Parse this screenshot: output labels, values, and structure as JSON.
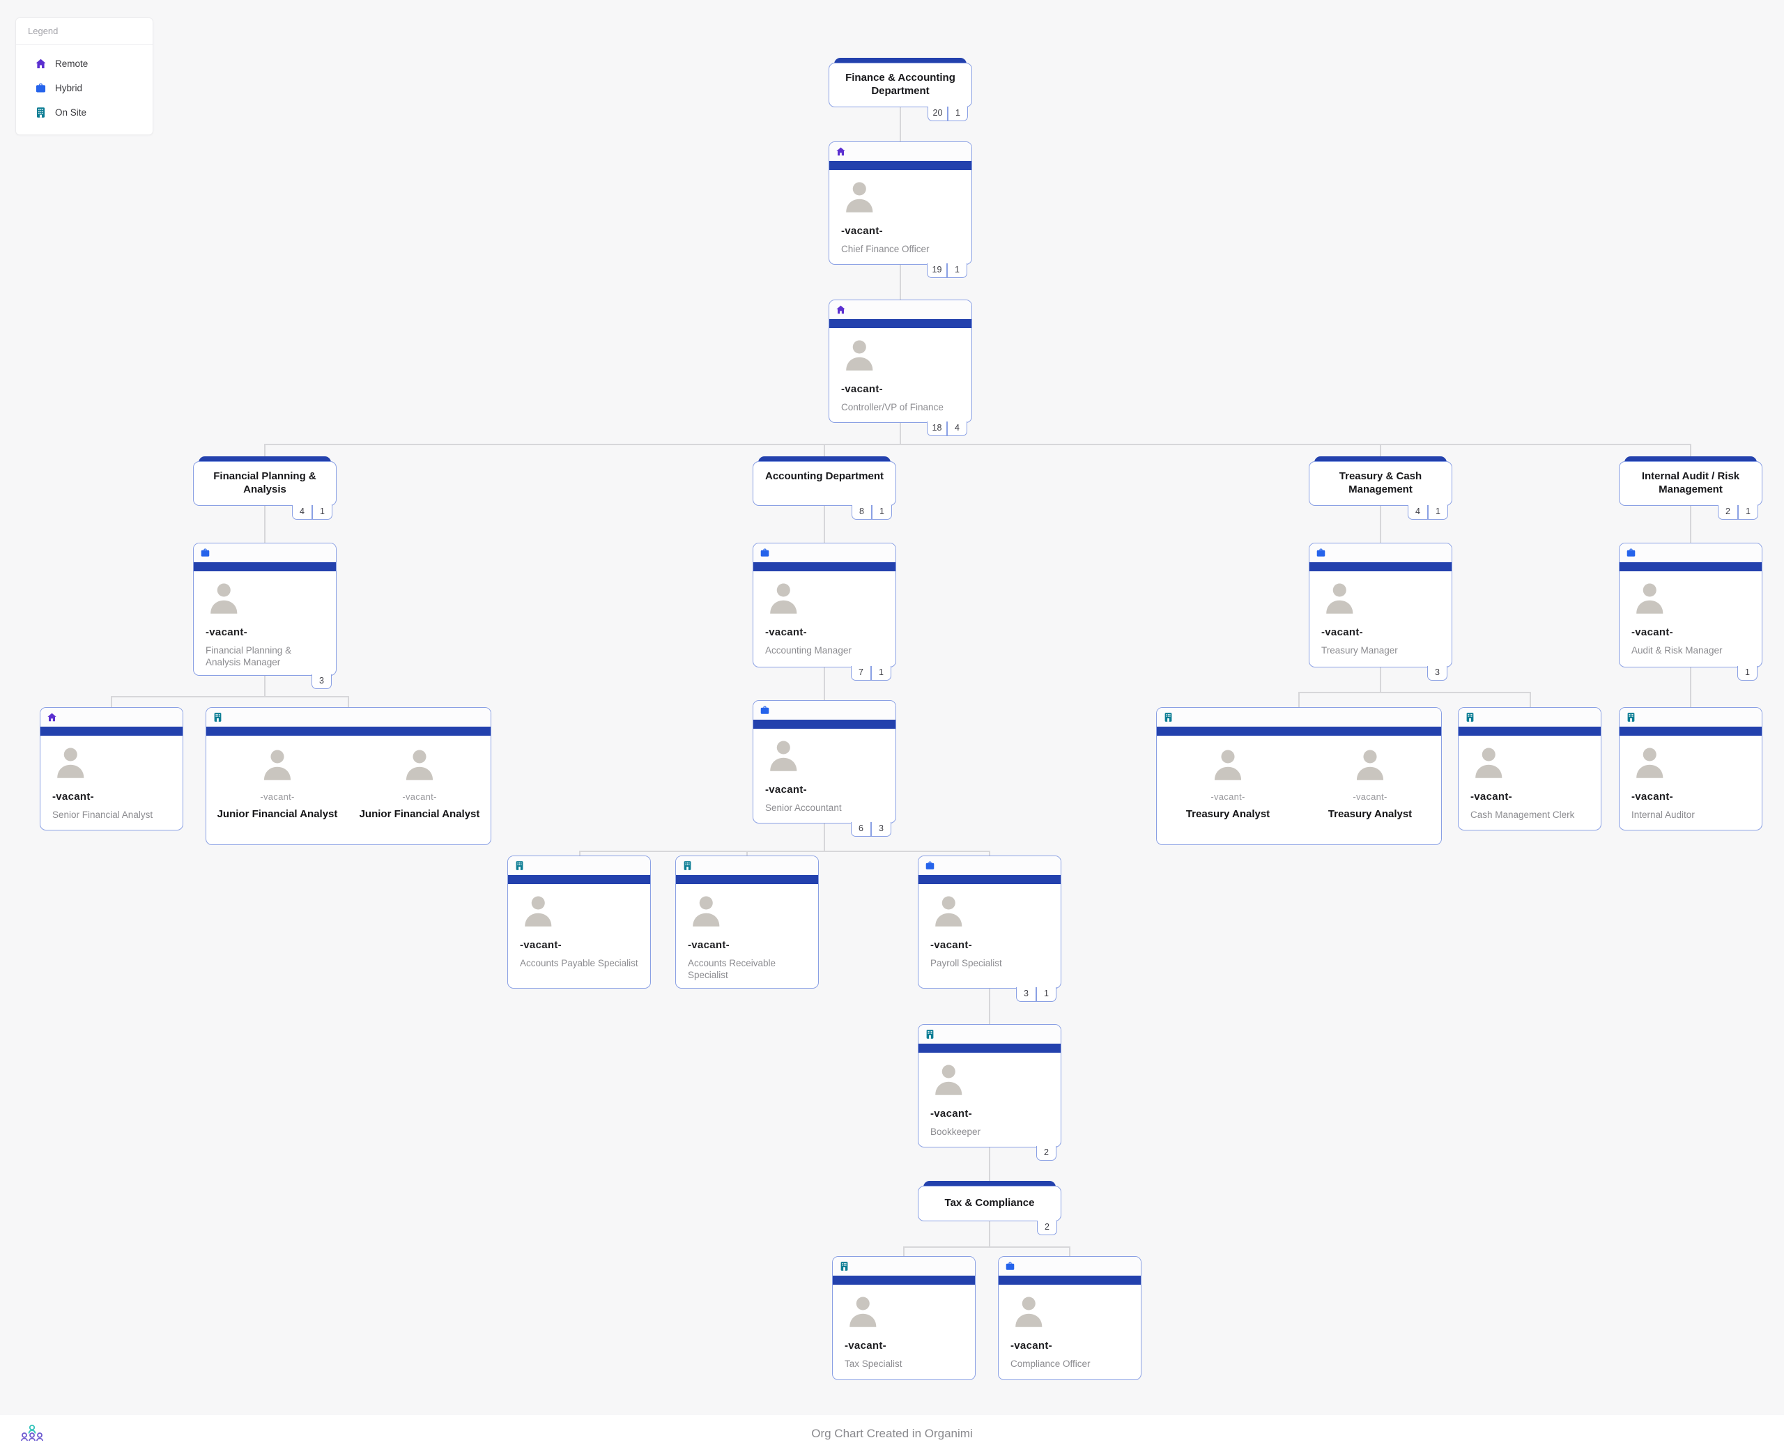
{
  "legend": {
    "title": "Legend",
    "items": [
      {
        "icon": "home-icon",
        "label": "Remote",
        "color": "#5b2fd0"
      },
      {
        "icon": "briefcase-icon",
        "label": "Hybrid",
        "color": "#2563eb"
      },
      {
        "icon": "building-icon",
        "label": "On Site",
        "color": "#0c7d94"
      }
    ]
  },
  "colors": {
    "accent_bar_blue": "#2341ad",
    "card_border_blue": "#8aa0e4",
    "remote_purple": "#5b2fd0",
    "hybrid_blue": "#2563eb",
    "onsite_teal": "#0c7d94",
    "avatar_gray": "#c9c5bf",
    "background": "#f7f7f8"
  },
  "nodes": {
    "dept_finance": {
      "title": "Finance & Accounting Department",
      "count_left": "20",
      "count_right": "1"
    },
    "cfo": {
      "name": "-vacant-",
      "title": "Chief Finance Officer",
      "icon": "home-icon",
      "work_mode": "Remote",
      "count_left": "19",
      "count_right": "1"
    },
    "controller": {
      "name": "-vacant-",
      "title": "Controller/VP of Finance",
      "icon": "home-icon",
      "work_mode": "Remote",
      "count_left": "18",
      "count_right": "4"
    },
    "dept_fpa": {
      "title": "Financial Planning & Analysis",
      "count_left": "4",
      "count_right": "1"
    },
    "dept_acct": {
      "title": "Accounting Department",
      "count_left": "8",
      "count_right": "1"
    },
    "dept_treasury": {
      "title": "Treasury & Cash Management",
      "count_left": "4",
      "count_right": "1"
    },
    "dept_audit": {
      "title": "Internal Audit / Risk Management",
      "count_left": "2",
      "count_right": "1"
    },
    "mgr_fpa": {
      "name": "-vacant-",
      "title": "Financial Planning & Analysis Manager",
      "icon": "briefcase-icon",
      "work_mode": "Hybrid",
      "count_left": "3"
    },
    "mgr_acct": {
      "name": "-vacant-",
      "title": "Accounting Manager",
      "icon": "briefcase-icon",
      "work_mode": "Hybrid",
      "count_left": "7",
      "count_right": "1"
    },
    "mgr_treasury": {
      "name": "-vacant-",
      "title": "Treasury Manager",
      "icon": "briefcase-icon",
      "work_mode": "Hybrid",
      "count_left": "3"
    },
    "mgr_audit": {
      "name": "-vacant-",
      "title": "Audit & Risk Manager",
      "icon": "briefcase-icon",
      "work_mode": "Hybrid",
      "count_left": "1"
    },
    "sr_fin": {
      "name": "-vacant-",
      "title": "Senior Financial Analyst",
      "icon": "home-icon",
      "work_mode": "Remote"
    },
    "jr_double": {
      "icon": "building-icon",
      "work_mode": "On Site",
      "members": [
        {
          "name": "-vacant-",
          "title": "Junior Financial Analyst"
        },
        {
          "name": "-vacant-",
          "title": "Junior Financial Analyst"
        }
      ]
    },
    "sr_acct": {
      "name": "-vacant-",
      "title": "Senior Accountant",
      "icon": "briefcase-icon",
      "work_mode": "Hybrid",
      "count_left": "6",
      "count_right": "3"
    },
    "ap_spec": {
      "name": "-vacant-",
      "title": "Accounts Payable Specialist",
      "icon": "building-icon",
      "work_mode": "On Site"
    },
    "ar_spec": {
      "name": "-vacant-",
      "title": "Accounts Receivable Specialist",
      "icon": "building-icon",
      "work_mode": "On Site"
    },
    "payroll": {
      "name": "-vacant-",
      "title": "Payroll Specialist",
      "icon": "briefcase-icon",
      "work_mode": "Hybrid",
      "count_left": "3",
      "count_right": "1"
    },
    "bookkeeper": {
      "name": "-vacant-",
      "title": "Bookkeeper",
      "icon": "building-icon",
      "work_mode": "On Site",
      "count_left": "2"
    },
    "dept_tax": {
      "title": "Tax & Compliance",
      "count_left": "2"
    },
    "tax_spec": {
      "name": "-vacant-",
      "title": "Tax Specialist",
      "icon": "building-icon",
      "work_mode": "On Site"
    },
    "compliance": {
      "name": "-vacant-",
      "title": "Compliance Officer",
      "icon": "briefcase-icon",
      "work_mode": "Hybrid"
    },
    "treas_double": {
      "icon": "building-icon",
      "work_mode": "On Site",
      "members": [
        {
          "name": "-vacant-",
          "title": "Treasury Analyst"
        },
        {
          "name": "-vacant-",
          "title": "Treasury Analyst"
        }
      ]
    },
    "cash_clerk": {
      "name": "-vacant-",
      "title": "Cash Management Clerk",
      "icon": "building-icon",
      "work_mode": "On Site"
    },
    "internal_aud": {
      "name": "-vacant-",
      "title": "Internal Auditor",
      "icon": "building-icon",
      "work_mode": "On Site"
    }
  },
  "footer": {
    "text": "Org Chart Created in Organimi"
  }
}
